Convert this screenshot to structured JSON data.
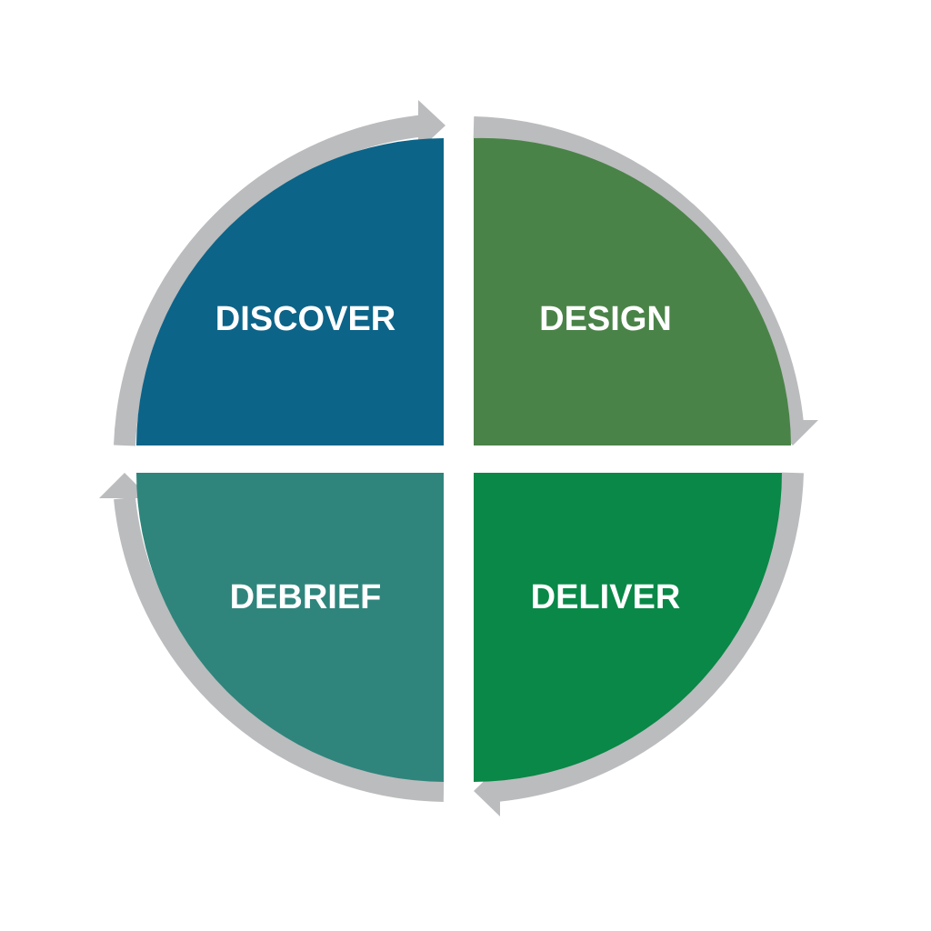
{
  "diagram": {
    "type": "cycle",
    "colors": {
      "ring": "#bbbcbe",
      "discover": "#0c6488",
      "design": "#4a8348",
      "deliver": "#098847",
      "debrief": "#2f857c"
    },
    "quadrants": [
      {
        "id": "discover",
        "label": "DISCOVER",
        "position": "top-left"
      },
      {
        "id": "design",
        "label": "DESIGN",
        "position": "top-right"
      },
      {
        "id": "deliver",
        "label": "DELIVER",
        "position": "bottom-right"
      },
      {
        "id": "debrief",
        "label": "DEBRIEF",
        "position": "bottom-left"
      }
    ],
    "flow": "clockwise"
  }
}
